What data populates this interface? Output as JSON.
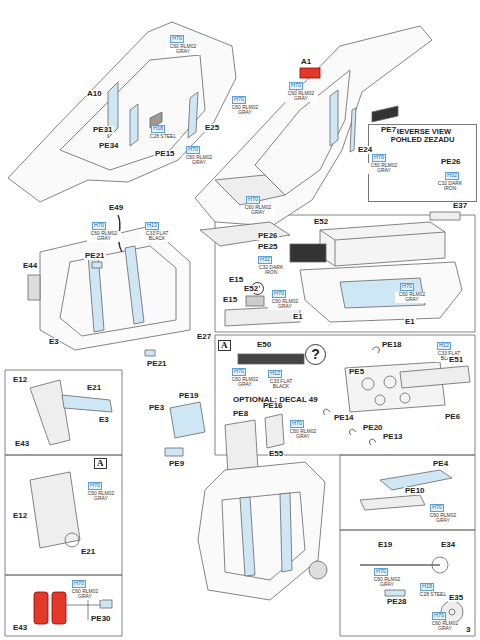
{
  "diagram": {
    "nodes": [
      {
        "text": [
          "REVERSE VIEW POHLED ZEZADU"
        ]
      }
    ],
    "labels": [
      "H70",
      "C60 RLM02 GRAY",
      "A1",
      "H70",
      "C60 RLM02 GRAY",
      "A10",
      "H70",
      "C60 RLM02 GRAY",
      "PE31",
      "PE34",
      "H18",
      "C28 STEEL",
      "E25",
      "PE15",
      "H70",
      "C60 RLM02 GRAY",
      "PE7",
      "E24",
      "H70",
      "C60 RLM02 GRAY",
      "H70",
      "C60 RLM02 GRAY",
      "PE26",
      "H32",
      "C32 DARK IRON",
      "E49",
      "H70",
      "C60 RLM02 GRAY",
      "H12",
      "C33 FLAT BLACK",
      "E44",
      "PE21",
      "E3",
      "E27",
      "PE21",
      "E37",
      "E52",
      "PE26",
      "PE25",
      "H32",
      "C32 DARK IRON",
      "E15",
      "?",
      "H70",
      "C60 RLM02 GRAY",
      "H70",
      "C60 RLM02 GRAY",
      "E1",
      "E15",
      "E52",
      "E1",
      "A",
      "E50",
      "H70",
      "C60 RLM02 GRAY",
      "H12",
      "C33 FLAT BLACK",
      "OPTIONAL: DECAL 49",
      "?",
      "PE18",
      "H12",
      "C33 FLAT BLACK",
      "E51",
      "PE5",
      "PE14",
      "PE6",
      "PE20",
      "PE13",
      "E12",
      "E21",
      "E3",
      "E43",
      "A",
      "H70",
      "C60 RLM02 GRAY",
      "E12",
      "E21",
      "H70",
      "C60 RLM02 GRAY",
      "E43",
      "PE30",
      "PE19",
      "PE3",
      "PE9",
      "PE16",
      "PE8",
      "H70",
      "C60 RLM02 GRAY",
      "E55",
      "PE4",
      "PE10",
      "H70",
      "C60 RLM02 GRAY",
      "E19",
      "E34",
      "H70",
      "C60 RLM02 GRAY",
      "PE28",
      "H18",
      "C28 STEEL",
      "E35",
      "H70",
      "C60 RLM02 GRAY",
      "3"
    ]
  }
}
